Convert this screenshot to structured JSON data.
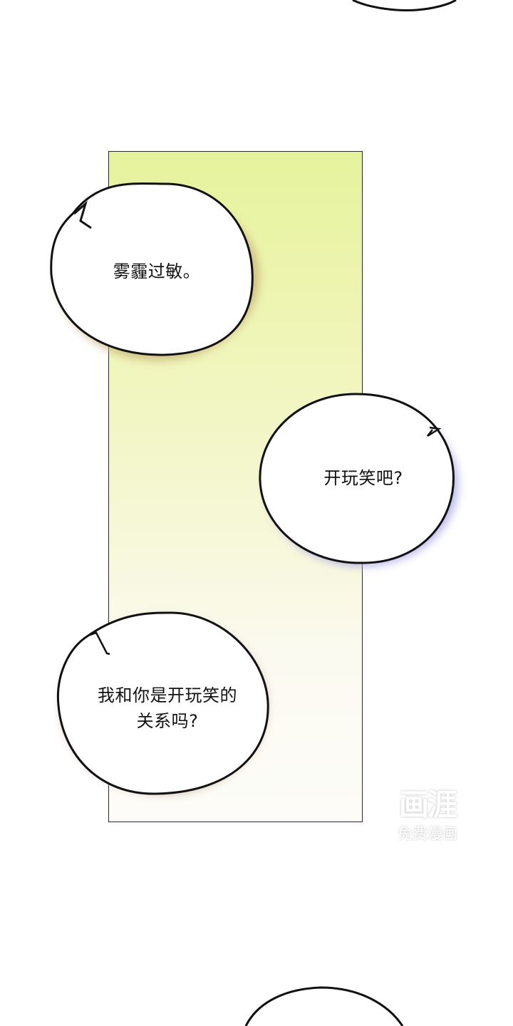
{
  "comic": {
    "panel": {
      "gradient_top": "#e6f39c",
      "gradient_bottom": "#fdfcf8",
      "border_color": "#2a2a2a"
    },
    "bubbles": [
      {
        "text": "雾霾过敏。",
        "shadow_color": "#c9b37a"
      },
      {
        "text": "开玩笑吧?",
        "shadow_color": "#a9a6e6"
      },
      {
        "line1": "我和你是开玩笑的",
        "line2": "关系吗?",
        "shadow_color": "#cdb3a6"
      }
    ],
    "watermark": {
      "logo": "画涯",
      "subtitle": "免费漫画"
    }
  }
}
